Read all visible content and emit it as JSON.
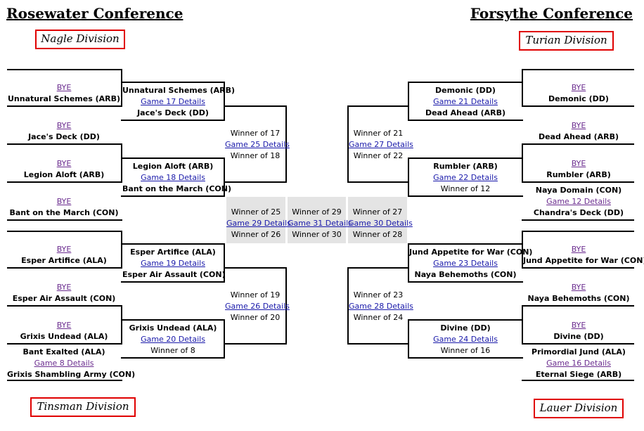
{
  "conferences": {
    "left": "Rosewater Conference",
    "right": "Forsythe Conference"
  },
  "divisions": {
    "nagle": "Nagle Division",
    "turian": "Turian Division",
    "tinsman": "Tinsman Division",
    "lauer": "Lauer Division"
  },
  "left_round1": [
    {
      "top": "BYE",
      "bottom": "Unnatural Schemes (ARB)"
    },
    {
      "top": "BYE",
      "bottom": "Jace's Deck (DD)"
    },
    {
      "top": "BYE",
      "bottom": "Legion Aloft (ARB)"
    },
    {
      "top": "BYE",
      "bottom": "Bant on the March (CON)"
    },
    {
      "top": "BYE",
      "bottom": "Esper Artifice (ALA)"
    },
    {
      "top": "BYE",
      "bottom": "Esper Air Assault (CON)"
    },
    {
      "top": "BYE",
      "bottom": "Grixis Undead (ALA)"
    },
    {
      "top": "Bant Exalted (ALA)",
      "link": "Game 8 Details",
      "bottom": "Grixis Shambling Army (CON)"
    }
  ],
  "left_round2": [
    {
      "top": "Unnatural Schemes (ARB)",
      "link": "Game 17 Details",
      "bottom": "Jace's Deck (DD)"
    },
    {
      "top": "Legion Aloft (ARB)",
      "link": "Game 18 Details",
      "bottom": "Bant on the March (CON)"
    },
    {
      "top": "Esper Artifice (ALA)",
      "link": "Game 19 Details",
      "bottom": "Esper Air Assault (CON)"
    },
    {
      "top": "Grixis Undead (ALA)",
      "link": "Game 20 Details",
      "bottom": "Winner of 8"
    }
  ],
  "left_round3": [
    {
      "top": "Winner of 17",
      "link": "Game 25 Details",
      "bottom": "Winner of 18"
    },
    {
      "top": "Winner of 19",
      "link": "Game 26 Details",
      "bottom": "Winner of 20"
    }
  ],
  "right_round1": [
    {
      "top": "BYE",
      "bottom": "Demonic (DD)"
    },
    {
      "top": "BYE",
      "bottom": "Dead Ahead (ARB)"
    },
    {
      "top": "BYE",
      "bottom": "Rumbler (ARB)"
    },
    {
      "top": "Naya Domain (CON)",
      "link": "Game 12 Details",
      "bottom": "Chandra's Deck (DD)"
    },
    {
      "top": "BYE",
      "bottom": "Jund Appetite for War (CON)"
    },
    {
      "top": "BYE",
      "bottom": "Naya Behemoths (CON)"
    },
    {
      "top": "BYE",
      "bottom": "Divine (DD)"
    },
    {
      "top": "Primordial Jund (ALA)",
      "link": "Game 16 Details",
      "bottom": "Eternal Siege (ARB)"
    }
  ],
  "right_round2": [
    {
      "top": "Demonic (DD)",
      "link": "Game 21 Details",
      "bottom": "Dead Ahead (ARB)"
    },
    {
      "top": "Rumbler (ARB)",
      "link": "Game 22 Details",
      "bottom": "Winner of 12"
    },
    {
      "top": "Jund Appetite for War (CON)",
      "link": "Game 23 Details",
      "bottom": "Naya Behemoths (CON)"
    },
    {
      "top": "Divine (DD)",
      "link": "Game 24 Details",
      "bottom": "Winner of 16"
    }
  ],
  "right_round3": [
    {
      "top": "Winner of 21",
      "link": "Game 27 Details",
      "bottom": "Winner of 22"
    },
    {
      "top": "Winner of 23",
      "link": "Game 28 Details",
      "bottom": "Winner of 24"
    }
  ],
  "semifinal_left": {
    "top": "Winner of 25",
    "link": "Game 29 Details",
    "bottom": "Winner of 26"
  },
  "final": {
    "top": "Winner of 29",
    "link": "Game 31 Details",
    "bottom": "Winner of 30"
  },
  "semifinal_right": {
    "top": "Winner of 27",
    "link": "Game 30 Details",
    "bottom": "Winner of 28"
  }
}
